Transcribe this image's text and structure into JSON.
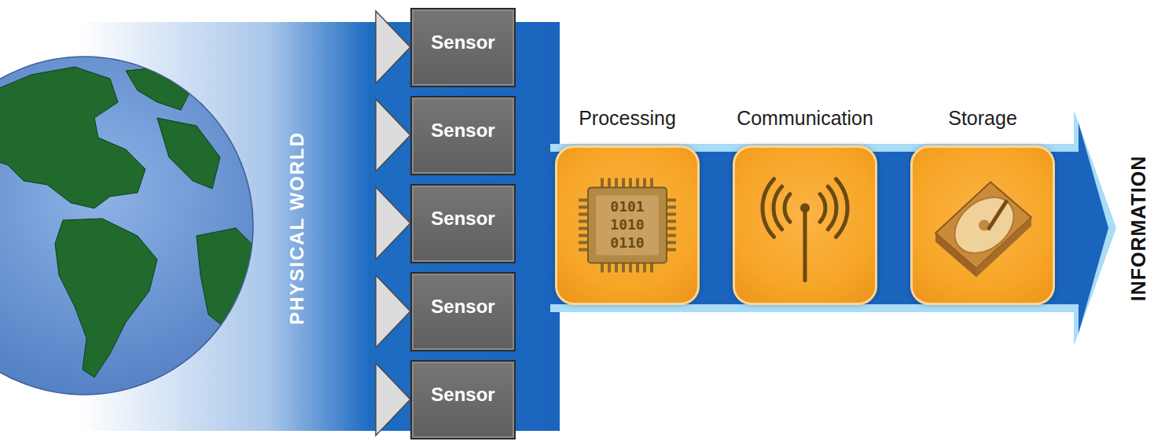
{
  "diagram": {
    "nodes": [
      {
        "text": [
          "Sensor"
        ]
      },
      {
        "text": [
          "Sensor"
        ]
      },
      {
        "text": [
          "Sensor"
        ]
      },
      {
        "text": [
          "Sensor"
        ]
      },
      {
        "text": [
          "Sensor"
        ]
      },
      {
        "text": [
          "Processing"
        ]
      },
      {
        "text": [
          "Communication"
        ]
      },
      {
        "text": [
          "Storage"
        ]
      }
    ],
    "labels": [
      "PHYSICAL WORLD",
      "0101",
      "1010",
      "0110",
      "INFORMATION"
    ]
  }
}
